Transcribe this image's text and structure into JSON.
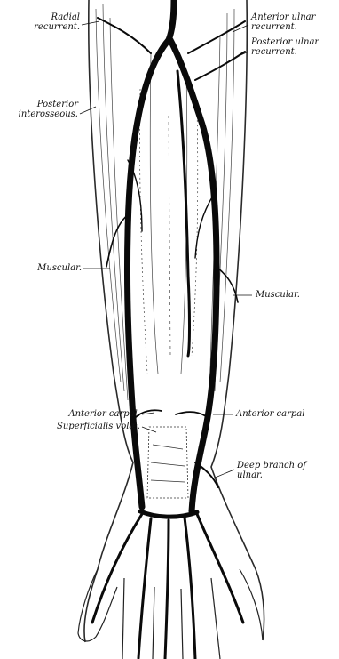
{
  "colors": {
    "ink": "#111111",
    "paper": "#ffffff",
    "artery": "#0a0a0a",
    "muscle_line": "#2a2a2a"
  },
  "labels": {
    "radial_recurrent": "Radial\nrecurrent.",
    "anterior_ulnar_recurrent": "Anterior ulnar\nrecurrent.",
    "posterior_ulnar_recurrent": "Posterior ulnar\nrecurrent.",
    "posterior_interosseous": "Posterior\ninterosseous.",
    "muscular_left": "Muscular.",
    "muscular_right": "Muscular.",
    "anterior_carpal_left": "Anterior carpal.",
    "superficialis_volae": "Superficialis volæ.",
    "anterior_carpal_right": "Anterior carpal",
    "deep_branch_ulnar": "Deep branch of\nulnar."
  }
}
